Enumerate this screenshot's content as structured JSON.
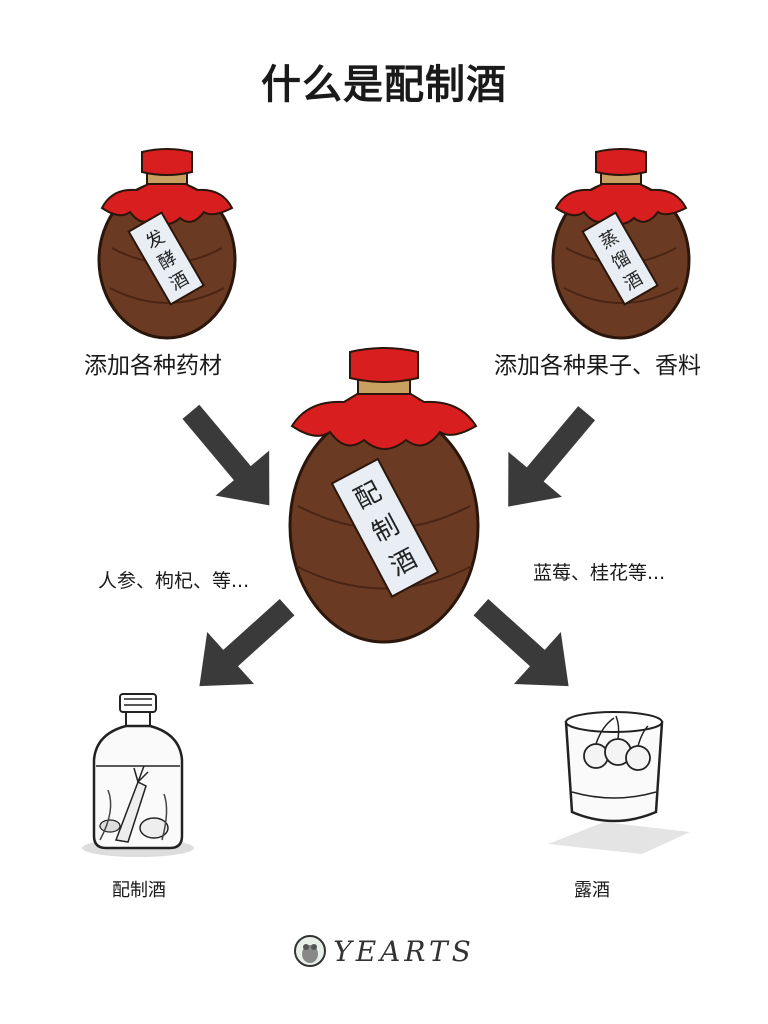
{
  "title": "什么是配制酒",
  "jars": {
    "left": {
      "label_text": [
        "发",
        "酵",
        "酒"
      ],
      "caption": "添加各种药材"
    },
    "right": {
      "label_text": [
        "蒸",
        "馏",
        "酒"
      ],
      "caption": "添加各种果子、香料"
    },
    "center": {
      "label_text": [
        "配",
        "制",
        "酒"
      ]
    }
  },
  "examples": {
    "left": "人参、枸杞、等...",
    "right": "蓝莓、桂花等..."
  },
  "outputs": {
    "left": "配制酒",
    "right": "露酒"
  },
  "brand": "YEARTS",
  "colors": {
    "jar_body": "#6b3a22",
    "jar_cloth": "#d81e1e",
    "jar_label": "#e8eef4",
    "arrow": "#3a3a3a"
  }
}
